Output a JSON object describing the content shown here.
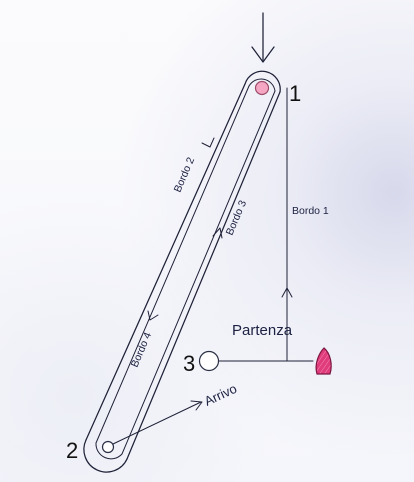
{
  "labels": {
    "point_1": "1",
    "point_2": "2",
    "point_3": "3",
    "leg_1": "Bordo 1",
    "leg_2": "Bordo 2",
    "leg_3": "Bordo 3",
    "leg_4": "Bordo 4",
    "start": "Partenza",
    "finish": "Arrivo"
  },
  "colors": {
    "line": "#1f2138",
    "mark_1_fill": "#f4a6c3",
    "mark_1_stroke": "#9b4c68",
    "boat_fill": "#e03b7b",
    "boat_stroke": "#7c1542",
    "mark_3_fill": "#ffffff"
  },
  "icons": {
    "wind": "down-arrow-icon",
    "start_boat": "boat-hull-icon"
  }
}
